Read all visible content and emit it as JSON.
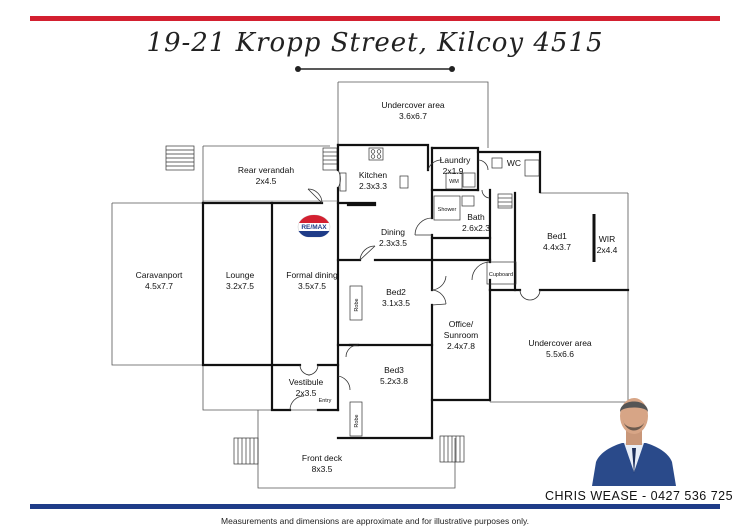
{
  "title": "19-21 Kropp Street, Kilcoy 4515",
  "colors": {
    "accent_red": "#d32030",
    "accent_blue": "#1f3c88",
    "wall": "#111111",
    "thin_line": "#555555"
  },
  "rooms": {
    "undercover_top": {
      "name": "Undercover area",
      "size": "3.6x6.7"
    },
    "rear_verandah": {
      "name": "Rear verandah",
      "size": "2x4.5"
    },
    "kitchen": {
      "name": "Kitchen",
      "size": "2.3x3.3"
    },
    "laundry": {
      "name": "Laundry",
      "size": "2x1.9"
    },
    "wc": {
      "name": "WC"
    },
    "bath": {
      "name": "Bath",
      "size": "2.6x2.3"
    },
    "dining": {
      "name": "Dining",
      "size": "2.3x3.5"
    },
    "bed1": {
      "name": "Bed1",
      "size": "4.4x3.7"
    },
    "wir": {
      "name": "WIR",
      "size": "2x4.4"
    },
    "caravanport": {
      "name": "Caravanport",
      "size": "4.5x7.7"
    },
    "lounge": {
      "name": "Lounge",
      "size": "3.2x7.5"
    },
    "formal_dining": {
      "name": "Formal dining",
      "size": "3.5x7.5"
    },
    "bed2": {
      "name": "Bed2",
      "size": "3.1x3.5"
    },
    "office": {
      "name": "Office/",
      "name2": "Sunroom",
      "size": "2.4x7.8"
    },
    "undercover_right": {
      "name": "Undercover area",
      "size": "5.5x6.6"
    },
    "vestibule": {
      "name": "Vestibule",
      "size": "2x3.5"
    },
    "bed3": {
      "name": "Bed3",
      "size": "5.2x3.8"
    },
    "front_deck": {
      "name": "Front deck",
      "size": "8x3.5"
    }
  },
  "fixtures": {
    "wm": "WM",
    "shower": "Shower",
    "cupboard": "Cupboard",
    "robe_bed2": "Robe",
    "robe_bed3": "Robe",
    "entry": "Entry"
  },
  "logo": {
    "brand": "RE/MAX"
  },
  "agent": {
    "caption": "CHRIS WEASE - 0427 536 725"
  },
  "disclaimer": "Measurements and dimensions are approximate and for illustrative purposes only."
}
